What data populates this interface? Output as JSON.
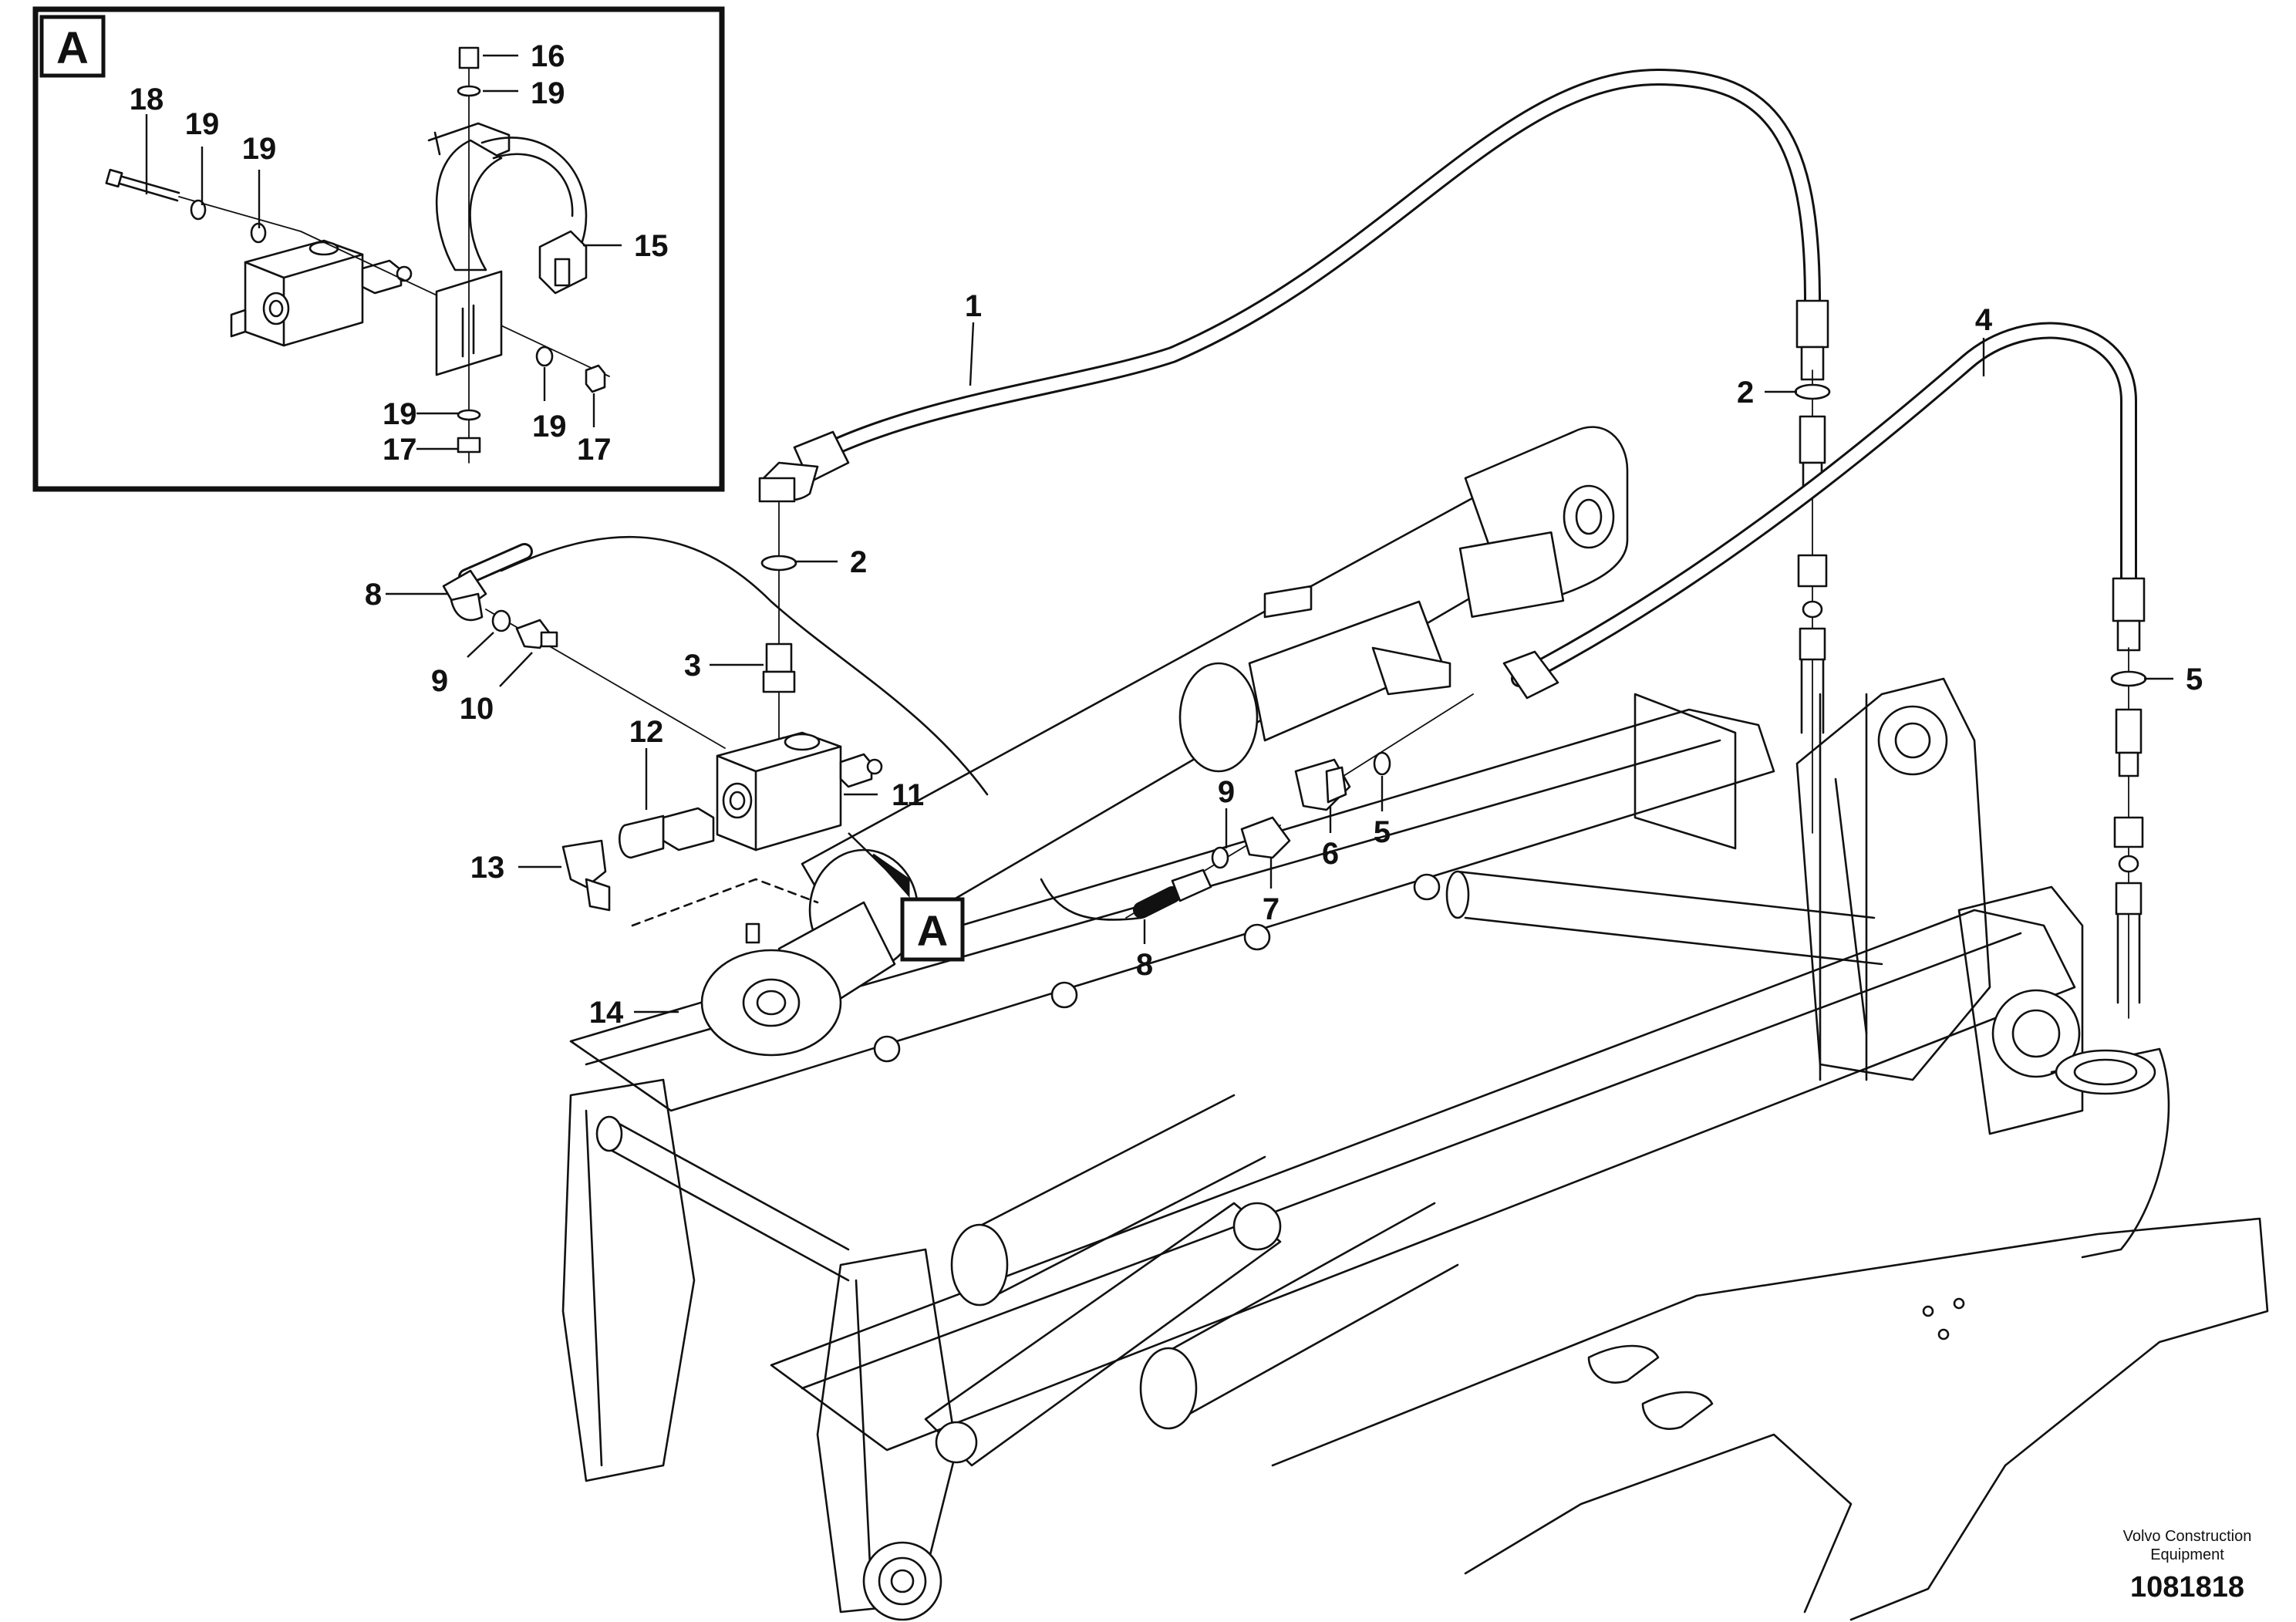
{
  "inset": {
    "label": "A",
    "callouts": {
      "c16": "16",
      "c19a": "19",
      "c18": "18",
      "c19b": "19",
      "c19c": "19",
      "c15": "15",
      "c19d": "19",
      "c19e": "19",
      "c17a": "17",
      "c17b": "17"
    }
  },
  "main": {
    "view_label": "A",
    "callouts": {
      "c1": "1",
      "c2a": "2",
      "c2b": "2",
      "c3": "3",
      "c4": "4",
      "c5a": "5",
      "c5b": "5",
      "c6": "6",
      "c7": "7",
      "c8a": "8",
      "c8b": "8",
      "c9a": "9",
      "c9b": "9",
      "c10": "10",
      "c11": "11",
      "c12": "12",
      "c13": "13",
      "c14": "14"
    }
  },
  "footer": {
    "brand_line1": "Volvo Construction",
    "brand_line2": "Equipment",
    "drawing_number": "1081818"
  }
}
